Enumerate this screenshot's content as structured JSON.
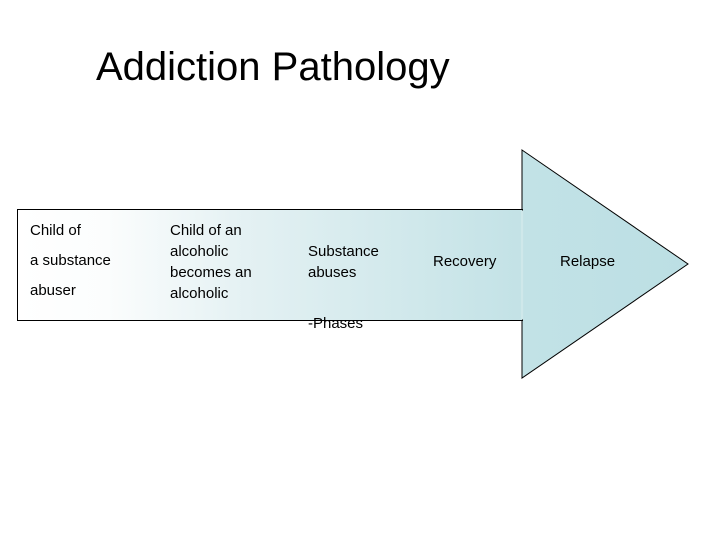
{
  "slide": {
    "title": "Addiction Pathology",
    "background_color": "#ffffff"
  },
  "arrow": {
    "name": "process-arrow",
    "direction": "right",
    "fill_start_color": "#ffffff",
    "fill_end_color": "#c3e2e6",
    "head_fill_color": "#bfe0e5",
    "outline_color": "#000000",
    "outline_width": 1
  },
  "stages": [
    {
      "id": "stage-1",
      "name": "stage-child-of-a-substance-abuser",
      "lines": [
        "Child of",
        "a substance",
        "abuser"
      ],
      "text": "Child of\na substance\nabuser"
    },
    {
      "id": "stage-2",
      "name": "stage-child-of-an-alcoholic",
      "lines": [
        "Child of an",
        "alcoholic",
        "becomes an",
        "alcoholic"
      ],
      "text": "Child of an\nalcoholic\nbecomes an\nalcoholic"
    },
    {
      "id": "stage-3",
      "name": "stage-substance-abuses",
      "lines": [
        "Substance",
        "abuses",
        "",
        "-Phases"
      ],
      "text_top": "Substance\nabuses",
      "text_bottom": "-Phases"
    },
    {
      "id": "stage-4",
      "name": "stage-recovery",
      "lines": [
        "Recovery"
      ],
      "text": "Recovery"
    },
    {
      "id": "stage-5",
      "name": "stage-relapse",
      "lines": [
        "Relapse"
      ],
      "text": "Relapse"
    }
  ]
}
